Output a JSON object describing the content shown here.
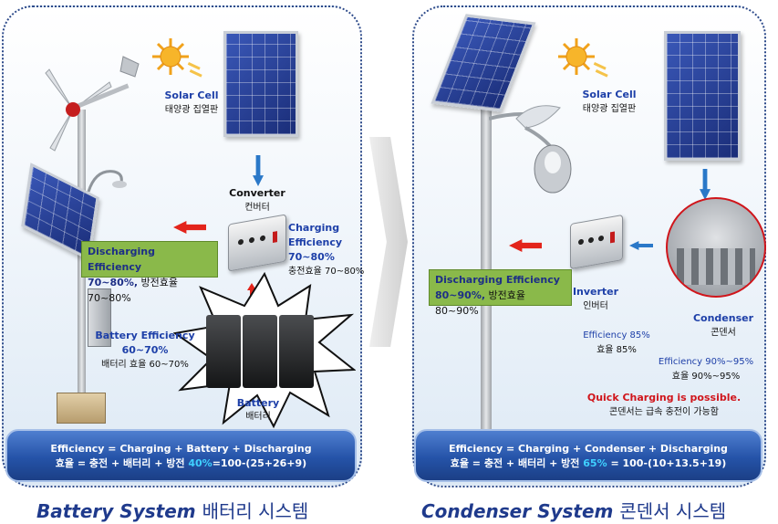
{
  "left": {
    "solar_cell": {
      "en": "Solar Cell",
      "ko": "태양광 집열판"
    },
    "converter": {
      "en": "Converter",
      "ko": "컨버터"
    },
    "charging": {
      "en_line1": "Charging",
      "en_line2": "Efficiency",
      "en_line3": "70~80%",
      "ko": "충전효율 70~80%"
    },
    "discharging": {
      "en_line1": "Discharging Efficiency",
      "value": "70~80%,",
      "ko": "방전효율 70~80%"
    },
    "battery_eff": {
      "en_line1": "Battery Efficiency",
      "en_line2": "60~70%",
      "ko": "배터리 효율 60~70%"
    },
    "battery": {
      "en": "Battery",
      "ko": "배터리"
    },
    "equation": {
      "line1": "Efficiency = Charging + Battery + Discharging",
      "line2_pre": "효율 = 충전 + 배터리 + 방전 ",
      "line2_hl": "40%",
      "line2_post": "=100-(25+26+9)"
    },
    "footer": {
      "en": "Battery System",
      "ko": "배터리 시스템"
    }
  },
  "right": {
    "solar_cell": {
      "en": "Solar Cell",
      "ko": "태양광 집열판"
    },
    "discharging": {
      "en_line1": "Discharging Efficiency",
      "value": "80~90%,",
      "ko": "방전효율 80~90%"
    },
    "inverter": {
      "en": "Inverter",
      "ko": "인버터"
    },
    "efficiency85": {
      "en": "Efficiency 85%",
      "ko": "효율 85%"
    },
    "condenser": {
      "en": "Condenser",
      "ko": "콘덴서"
    },
    "efficiency90": {
      "en": "Efficiency 90%~95%",
      "ko": "효율 90%~95%"
    },
    "quick": {
      "en": "Quick Charging is possible.",
      "ko": "콘덴서는 급속 충전이 가능함"
    },
    "equation": {
      "line1": "Efficiency = Charging + Condenser + Discharging",
      "line2_pre": "효율 = 충전 + 배터리 + 방전 ",
      "line2_hl": "65%",
      "line2_post": " = 100-(10+13.5+19)"
    },
    "footer": {
      "en": "Condenser System",
      "ko": "콘덴서 시스템"
    }
  },
  "colors": {
    "accent_blue": "#1d3fa8",
    "highlight_green": "#8ab94a",
    "arrow_red": "#e3241b",
    "quick_red": "#d0151b"
  }
}
